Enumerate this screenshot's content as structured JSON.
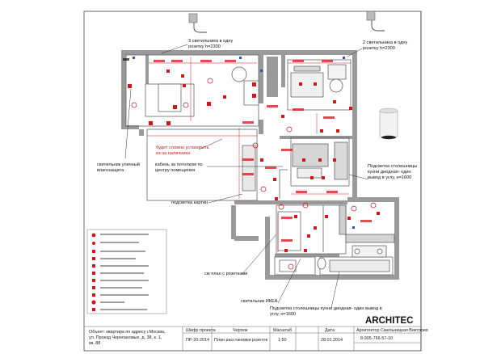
{
  "callouts": {
    "fixtures_left": "3 светильника в одну розетку h=2300",
    "fixtures_right": "2 светильника в одну розетку h=2300",
    "install_hard": "будет сложно установить из-за наличника",
    "street_light": "светильник уличный влагозащита",
    "ceiling_cable": "кабель за потолком по центру помещения",
    "painting_light": "подсветка картин",
    "counter_light_top": "Подсветка столешницы кухни диодная- один вывод в углу, н=1600",
    "socket_plan": "см план с розетками",
    "ikea_light": "светильник ИКЕА",
    "counter_light_bottom": "Подсветка столешницы кухни диодная- один вывод в углу, н=1600"
  },
  "logo": "ARCHITEC",
  "title_block": {
    "object_label": "Объект: квартира по адресу г.Москва, ул. Проезд Черепановых, д. 38, к. 1, кв. 88",
    "col_code_header": "Шифр проекта",
    "col_drawing_header": "Чертеж",
    "col_scale_header": "Масштаб",
    "col_date_header": "Дата",
    "architect_header": "Архитектор Смельницкая Виктория",
    "project_code": "ПР-20-2014",
    "drawing_name": "План расстановки розеток",
    "scale": "1:50",
    "date": "28.01.2014",
    "phone": "8-905-766-57-10"
  },
  "colors": {
    "wall": "#8a8a8a",
    "accent": "#d01818",
    "ink": "#111111"
  }
}
